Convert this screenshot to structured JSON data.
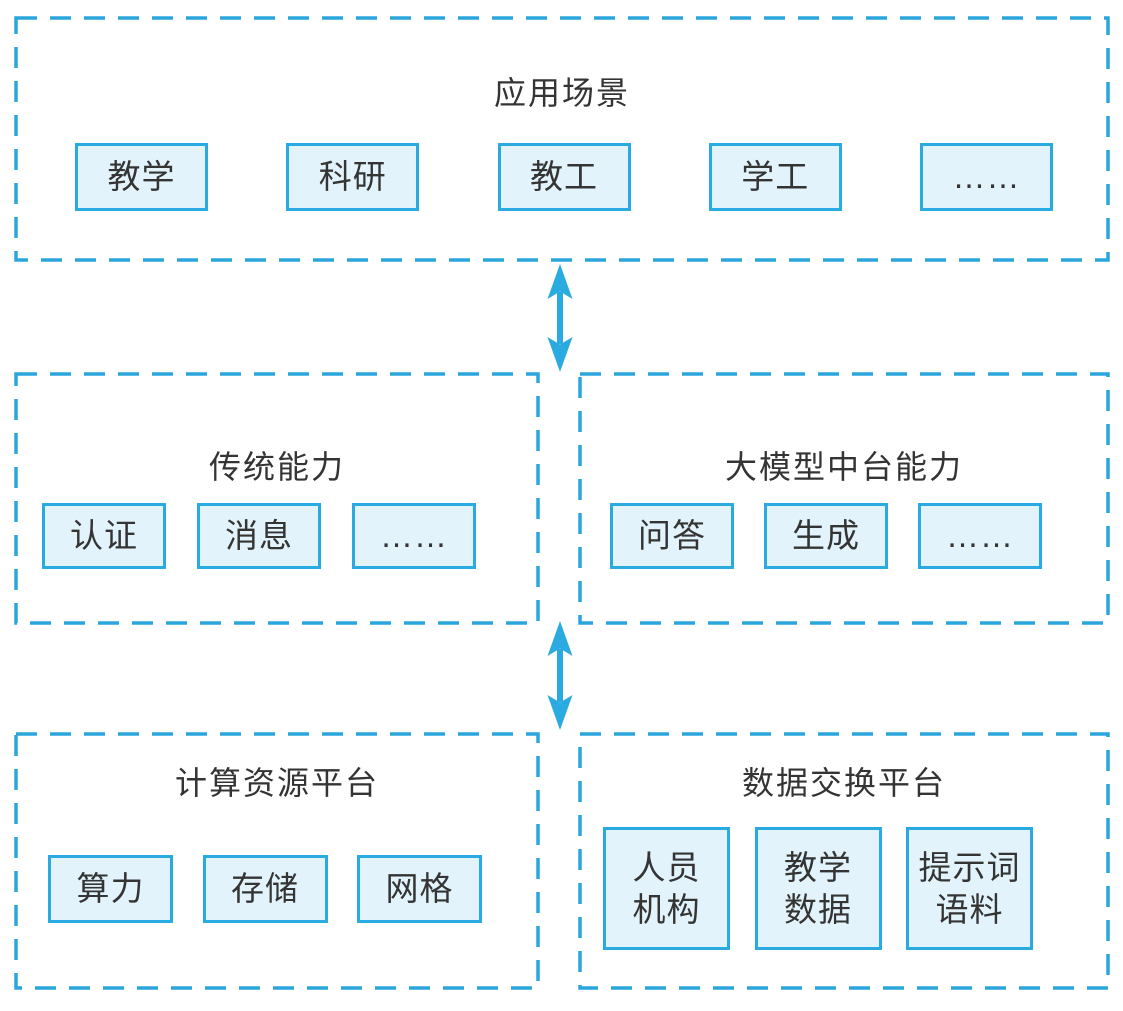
{
  "theme": {
    "accent": "#2aa6dc",
    "arrow": "#29abe2",
    "box_fill": "#e2f3fb",
    "box_border": "#29abe2",
    "text": "#343434",
    "background": "#ffffff"
  },
  "sections": {
    "app_scenarios": {
      "title": "应用场景",
      "items": [
        {
          "label": "教学"
        },
        {
          "label": "科研"
        },
        {
          "label": "教工"
        },
        {
          "label": "学工"
        },
        {
          "label": "……"
        }
      ]
    },
    "traditional": {
      "title": "传统能力",
      "items": [
        {
          "label": "认证"
        },
        {
          "label": "消息"
        },
        {
          "label": "……"
        }
      ]
    },
    "llm_platform": {
      "title": "大模型中台能力",
      "items": [
        {
          "label": "问答"
        },
        {
          "label": "生成"
        },
        {
          "label": "……"
        }
      ]
    },
    "computing": {
      "title": "计算资源平台",
      "items": [
        {
          "label": "算力"
        },
        {
          "label": "存储"
        },
        {
          "label": "网格"
        }
      ]
    },
    "data_exchange": {
      "title": "数据交换平台",
      "items": [
        {
          "label": "人员\n机构"
        },
        {
          "label": "教学\n数据"
        },
        {
          "label": "提示词\n语料"
        }
      ]
    }
  },
  "connectors": [
    {
      "icon": "bidirectional-arrow-icon",
      "between": [
        "应用场景",
        "传统能力 / 大模型中台能力"
      ]
    },
    {
      "icon": "bidirectional-arrow-icon",
      "between": [
        "传统能力 / 大模型中台能力",
        "计算资源平台 / 数据交换平台"
      ]
    }
  ]
}
